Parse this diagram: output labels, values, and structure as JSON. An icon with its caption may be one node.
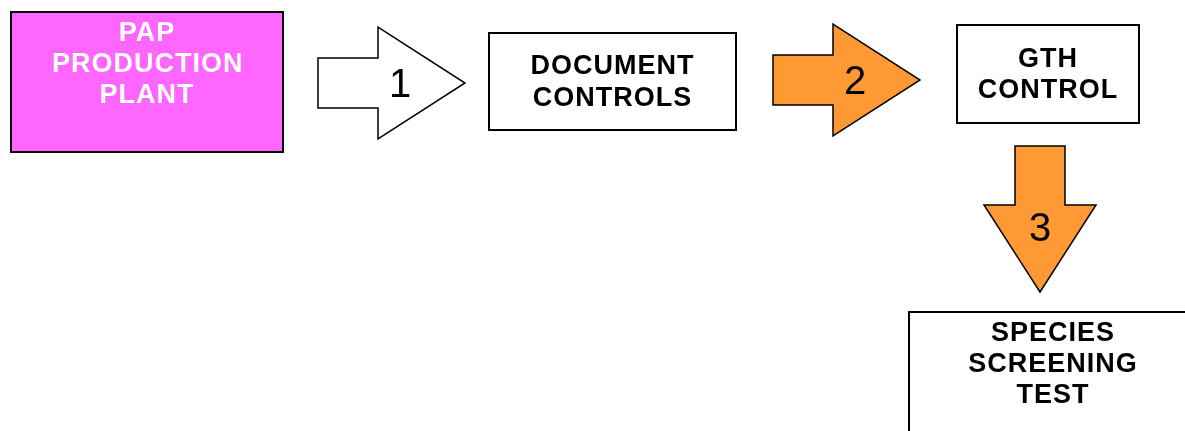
{
  "diagram": {
    "nodes": [
      {
        "text": [
          "PAP PRODUCTION PLANT"
        ]
      },
      {
        "text": [
          "DOCUMENT CONTROLS"
        ]
      },
      {
        "text": [
          "GTH CONTROL"
        ]
      },
      {
        "text": [
          "SPECIES SCREENING TEST"
        ]
      }
    ],
    "edges": [
      {
        "from": 0,
        "to": 1,
        "arrow": "to",
        "label": "1",
        "color": "#ffffff"
      },
      {
        "from": 1,
        "to": 2,
        "arrow": "to",
        "label": "2"
      },
      {
        "from": 2,
        "to": 3,
        "arrow": "to",
        "label": "3"
      }
    ]
  }
}
